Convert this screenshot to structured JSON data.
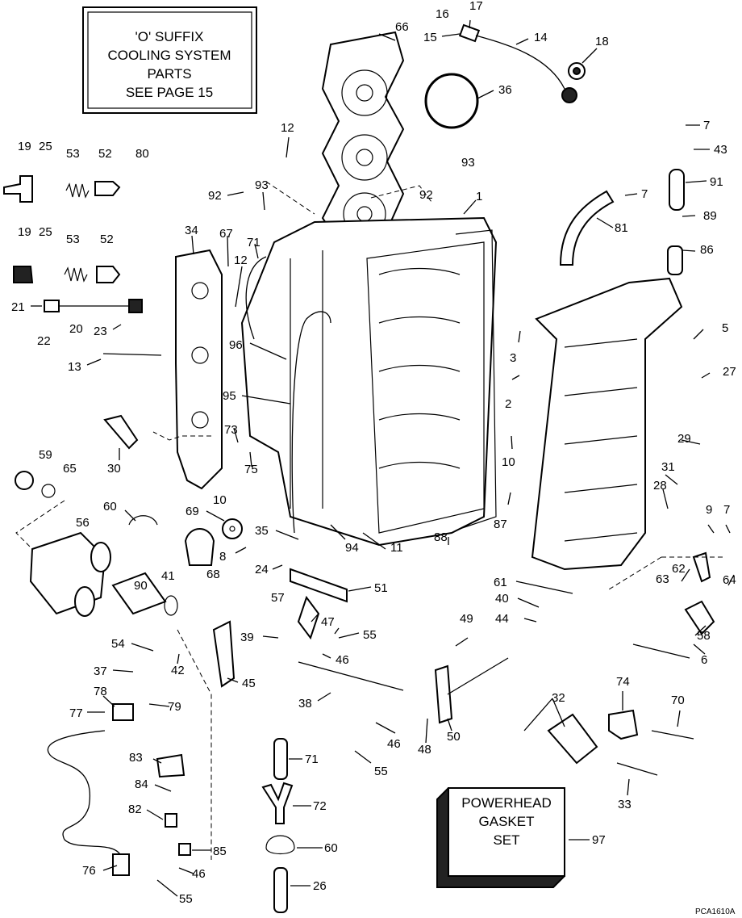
{
  "notes": {
    "cooling_box": [
      "'O' SUFFIX",
      "COOLING SYSTEM",
      "PARTS",
      "SEE PAGE 15"
    ],
    "gasket_box": [
      "POWERHEAD",
      "GASKET",
      "SET"
    ],
    "figure_code": "PCA1610A"
  },
  "callouts": [
    "66",
    "16",
    "17",
    "15",
    "14",
    "18",
    "36",
    "12",
    "93",
    "92",
    "1",
    "7",
    "43",
    "91",
    "19",
    "25",
    "53",
    "52",
    "80",
    "92",
    "93",
    "7",
    "81",
    "89",
    "86",
    "19",
    "25",
    "53",
    "52",
    "34",
    "67",
    "71",
    "12",
    "21",
    "20",
    "23",
    "22",
    "96",
    "3",
    "5",
    "13",
    "27",
    "95",
    "2",
    "30",
    "73",
    "10",
    "29",
    "75",
    "59",
    "65",
    "31",
    "10",
    "28",
    "9",
    "7",
    "60",
    "87",
    "56",
    "69",
    "35",
    "8",
    "94",
    "11",
    "88",
    "90",
    "41",
    "68",
    "24",
    "51",
    "63",
    "62",
    "64",
    "61",
    "40",
    "44",
    "57",
    "47",
    "49",
    "58",
    "54",
    "39",
    "55",
    "6",
    "42",
    "46",
    "37",
    "45",
    "38",
    "32",
    "74",
    "70",
    "78",
    "79",
    "77",
    "50",
    "46",
    "48",
    "71",
    "83",
    "55",
    "84",
    "72",
    "33",
    "82",
    "97",
    "60",
    "85",
    "76",
    "46",
    "55",
    "26"
  ]
}
